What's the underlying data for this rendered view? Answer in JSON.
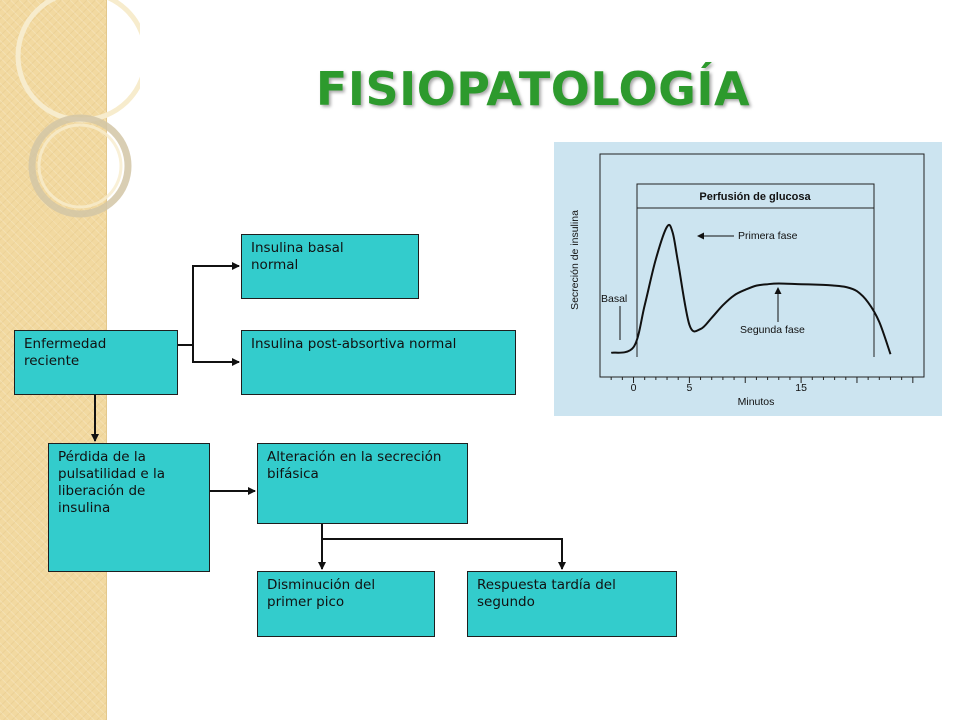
{
  "slide": {
    "title": "FISIOPATOLOGÍA"
  },
  "flowchart": {
    "enfermedad": "Enfermedad\nreciente",
    "insulina_basal": "Insulina basal\nnormal",
    "insulina_post": "Insulina post-absortiva normal",
    "perdida": "Pérdida de la\npulsatilidad e la\nliberación de\ninsulina",
    "alteracion": "Alteración en la secreción\nbifásica",
    "disminucion": "Disminución del\nprimer pico",
    "respuesta": "Respuesta tardía del\nsegundo"
  },
  "chart_data": {
    "type": "line",
    "title": "Perfusión de glucosa",
    "xlabel": "Minutos",
    "ylabel": "Secreción de insulina",
    "x_ticks": [
      "0",
      "5",
      "15"
    ],
    "xlim": [
      -3,
      26
    ],
    "annotations": {
      "primera_fase": "Primera fase",
      "segunda_fase": "Segunda fase",
      "basal": "Basal"
    },
    "series": [
      {
        "x": [
          -2,
          0,
          1,
          2,
          3,
          3.5,
          4,
          5,
          6,
          7,
          8,
          9,
          10,
          11,
          12,
          13,
          15,
          17,
          18,
          19,
          20,
          21,
          22,
          23
        ],
        "values": [
          0.08,
          0.12,
          0.42,
          0.75,
          0.98,
          0.94,
          0.72,
          0.28,
          0.25,
          0.33,
          0.42,
          0.49,
          0.53,
          0.56,
          0.57,
          0.575,
          0.57,
          0.565,
          0.56,
          0.55,
          0.52,
          0.44,
          0.3,
          0.07
        ]
      }
    ],
    "ylim": [
      0,
      1
    ],
    "grid": false
  }
}
